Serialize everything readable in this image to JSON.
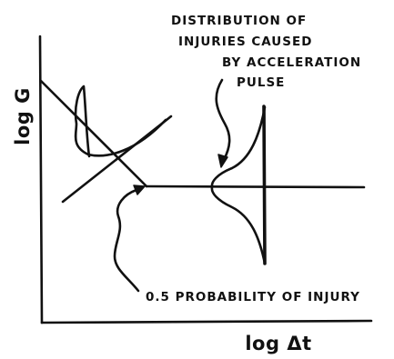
{
  "diagram": {
    "y_axis_label": "log G",
    "x_axis_label": "log Δt",
    "annotation_distribution": {
      "line1": "DISTRIBUTION OF",
      "line2": "INJURIES CAUSED",
      "line3": "BY ACCELERATION",
      "line4": "PULSE"
    },
    "annotation_probability": "0.5 PROBABILITY OF INJURY",
    "ink_color": "#111111",
    "background_color": "#ffffff"
  }
}
